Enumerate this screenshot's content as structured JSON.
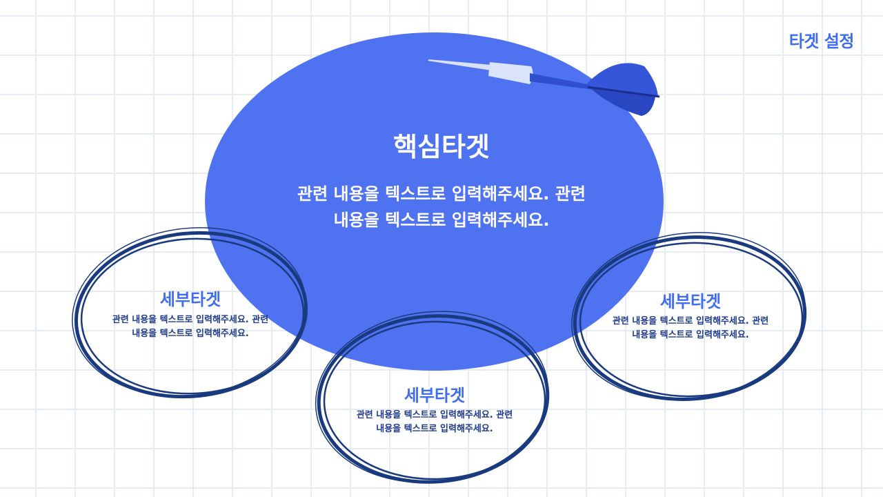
{
  "header": {
    "title": "타겟 설정"
  },
  "core": {
    "title": "핵심타겟",
    "text": "관련 내용을 텍스트로 입력해주세요. 관련 내용을 텍스트로 입력해주세요."
  },
  "subs": [
    {
      "title": "세부타겟",
      "text": "관련 내용을 텍스트로 입력해주세요. 관련 내용을 텍스트로 입력해주세요."
    },
    {
      "title": "세부타겟",
      "text": "관련 내용을 텍스트로 입력해주세요. 관련 내용을 텍스트로 입력해주세요."
    },
    {
      "title": "세부타겟",
      "text": "관련 내용을 텍스트로 입력해주세요. 관련 내용을 텍스트로 입력해주세요."
    }
  ],
  "icons": {
    "dart": "dart-icon"
  },
  "colors": {
    "accent": "#3f6df0",
    "core_fill": "#4f73f0",
    "scribble": "#1a3a80"
  }
}
